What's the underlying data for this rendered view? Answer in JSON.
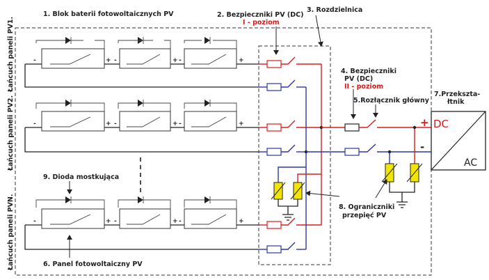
{
  "labels": {
    "l1": "1. Blok baterii fotowoltaicznych PV",
    "l2": "2. Bezpieczniki PV (DC)",
    "l2sub": "I - poziom",
    "l3": "3. Rozdzielnica",
    "l4a": "4. Bezpieczniki",
    "l4b": "PV (DC)",
    "l4sub": "II - poziom",
    "l5": "5.Rozłącznik główny",
    "l6": "6. Panel fotowoltaiczny  PV",
    "l7a": "7.Przekszta-",
    "l7b": "łtnik",
    "l8a": "8. Ograniczniki",
    "l8b": "przepięć PV",
    "l9": "9. Dioda mostkująca"
  },
  "chains": {
    "c1": "Łańcuch paneli PV1.",
    "c2": "Łańcuch paneli PV2.",
    "cN": "Łańcuch paneli PVN."
  },
  "converter": {
    "plus": "+",
    "minus": "-",
    "dc": "DC",
    "ac": "AC"
  },
  "terminals": {
    "plus": "+",
    "minus": "-"
  }
}
